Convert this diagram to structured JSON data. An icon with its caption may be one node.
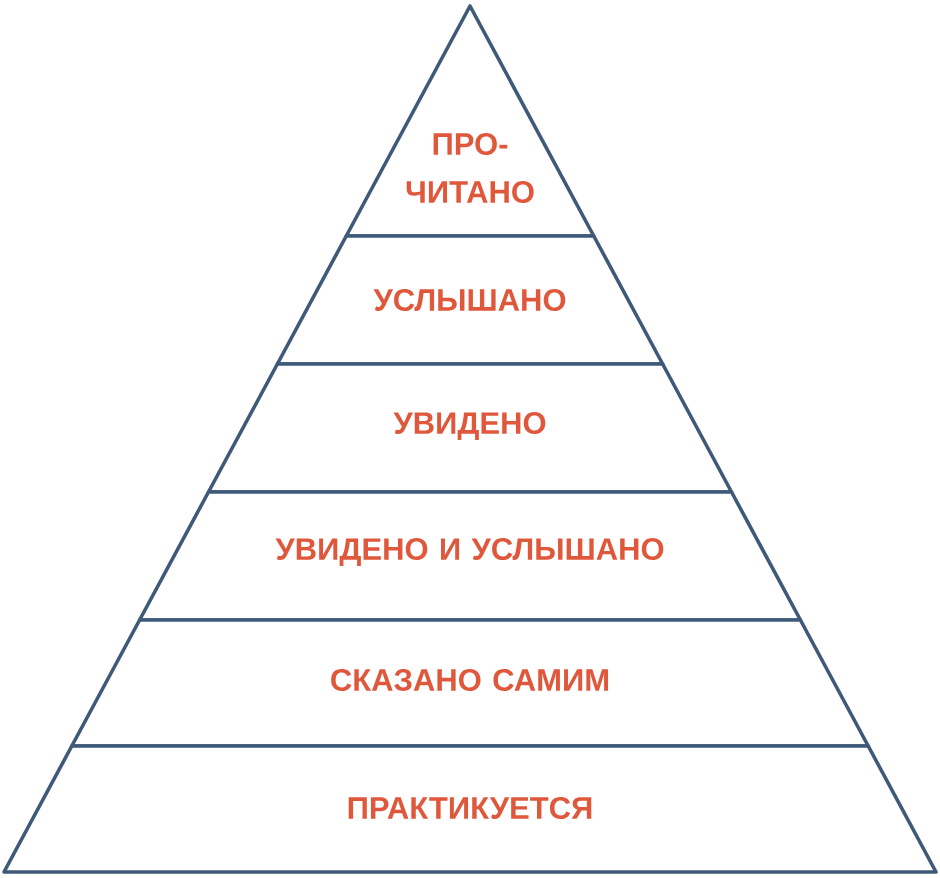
{
  "diagram": {
    "nodes": [
      {
        "text": [
          "ПРО- ЧИТАНО"
        ]
      },
      {
        "text": [
          "УСЛЫШАНО"
        ]
      },
      {
        "text": [
          "УВИДЕНО"
        ]
      },
      {
        "text": [
          "УВИДЕНО И УСЛЫШАНО"
        ]
      },
      {
        "text": [
          "СКАЗАНО САМИМ"
        ]
      },
      {
        "text": [
          "ПРАКТИКУЕТСЯ"
        ]
      }
    ]
  }
}
